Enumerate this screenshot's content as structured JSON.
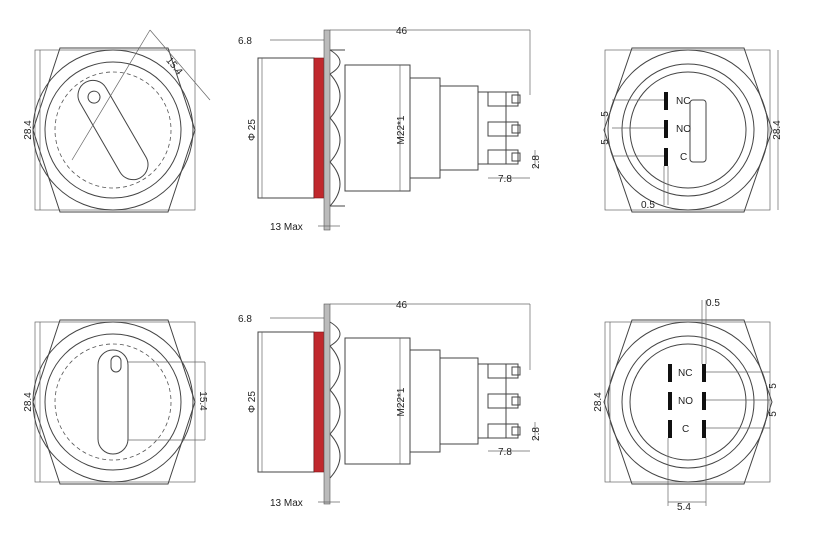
{
  "top_row": {
    "front_view": {
      "width": "28.4",
      "lever": "15.4"
    },
    "side_view": {
      "overall": "46",
      "bezel": "6.8",
      "diameter": "Φ 25",
      "thread": "M22*1",
      "panel": "13 Max",
      "term_w": "2.8",
      "term_l": "7.8"
    },
    "rear_view": {
      "height": "28.4",
      "pitch_a": "5",
      "pitch_b": "5",
      "pin_w": "0.5",
      "labels": [
        "NC",
        "NO",
        "C"
      ]
    }
  },
  "bottom_row": {
    "front_view": {
      "width": "28.4",
      "lever": "15.4"
    },
    "side_view": {
      "overall": "46",
      "bezel": "6.8",
      "diameter": "Φ 25",
      "thread": "M22*1",
      "panel": "13 Max",
      "term_w": "2.8",
      "term_l": "7.8"
    },
    "rear_view": {
      "height": "28.4",
      "pitch_a": "5",
      "pitch_b": "5",
      "pin_w": "0.5",
      "span": "5.4",
      "labels": [
        "NC",
        "NO",
        "C"
      ]
    }
  },
  "colors": {
    "gasket": "#c0282d",
    "line": "#444444"
  }
}
